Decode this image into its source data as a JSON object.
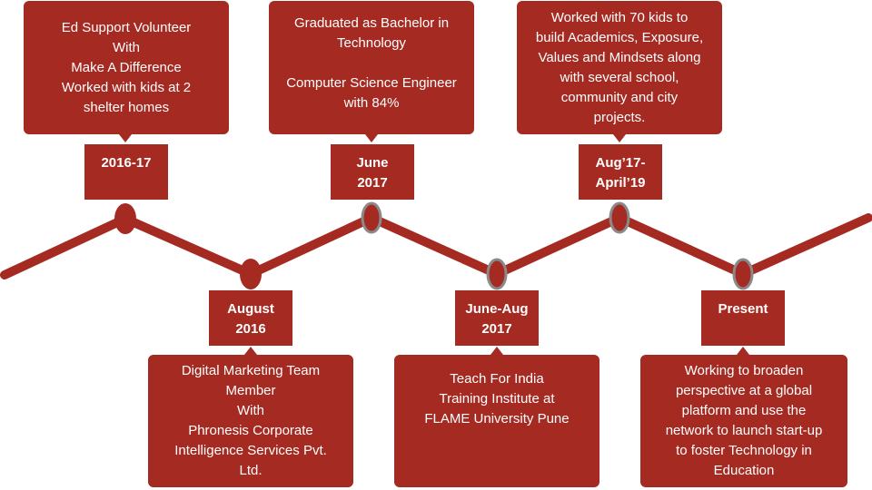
{
  "colors": {
    "accent": "#a52a22",
    "marker_border": "#8a8a8a",
    "text": "#ffffff"
  },
  "events": [
    {
      "date": [
        "2016-17"
      ],
      "text": [
        "Ed Support Volunteer",
        "With",
        "Make A Difference",
        "Worked with kids at 2",
        "shelter homes"
      ]
    },
    {
      "date": [
        "August",
        "2016"
      ],
      "text": [
        "Digital Marketing Team",
        "Member",
        "With",
        "Phronesis Corporate",
        "Intelligence Services Pvt.",
        "Ltd."
      ]
    },
    {
      "date": [
        "June",
        "2017"
      ],
      "text": [
        "Graduated as Bachelor in",
        "Technology",
        "",
        "Computer Science Engineer",
        "with 84%"
      ]
    },
    {
      "date": [
        "June-Aug",
        "2017"
      ],
      "text": [
        "Teach For India",
        "Training Institute at",
        "FLAME University Pune"
      ]
    },
    {
      "date": [
        "Aug’17-",
        "April’19"
      ],
      "text": [
        "Worked with 70 kids to",
        "build Academics, Exposure,",
        "Values and Mindsets along",
        "with several school,",
        "community and city",
        "projects."
      ]
    },
    {
      "date": [
        "Present"
      ],
      "text": [
        "Working to broaden",
        "perspective at a global",
        "platform and use the",
        "network to launch start-up",
        "to foster Technology in",
        "Education"
      ]
    }
  ]
}
